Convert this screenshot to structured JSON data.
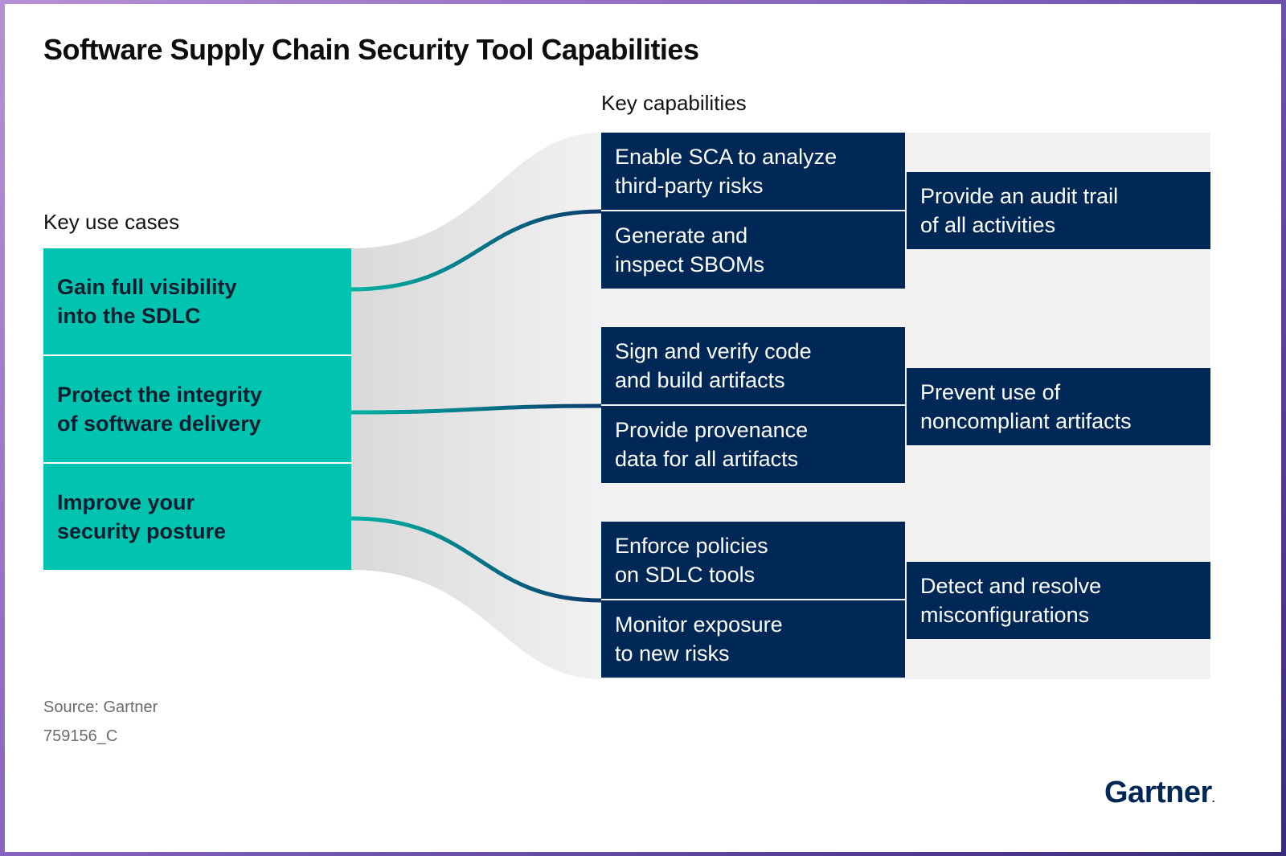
{
  "title": "Software Supply Chain Security Tool Capabilities",
  "use_cases_label": "Key use cases",
  "capabilities_label": "Key capabilities",
  "use_cases": [
    "Gain full visibility\ninto the SDLC",
    "Protect the integrity\nof software delivery",
    "Improve your\nsecurity posture"
  ],
  "capabilities": [
    "Enable SCA to analyze\nthird-party risks",
    "Generate and\ninspect SBOMs",
    "Sign and verify code\nand build artifacts",
    "Provide provenance\ndata for all artifacts",
    "Enforce policies\non SDLC tools",
    "Monitor exposure\nto new risks"
  ],
  "shared_capabilities": [
    "Provide an audit trail\nof all activities",
    "Prevent use of\nnoncompliant artifacts",
    "Detect and resolve\nmisconfigurations"
  ],
  "source": "Source: Gartner",
  "figure_id": "759156_C",
  "logo": "Gartner",
  "colors": {
    "use_case": "#00c4b0",
    "capability": "#002856",
    "panel": "#f2f2f2",
    "connector_start": "#00b3a4",
    "connector_end": "#0b3a6e"
  }
}
